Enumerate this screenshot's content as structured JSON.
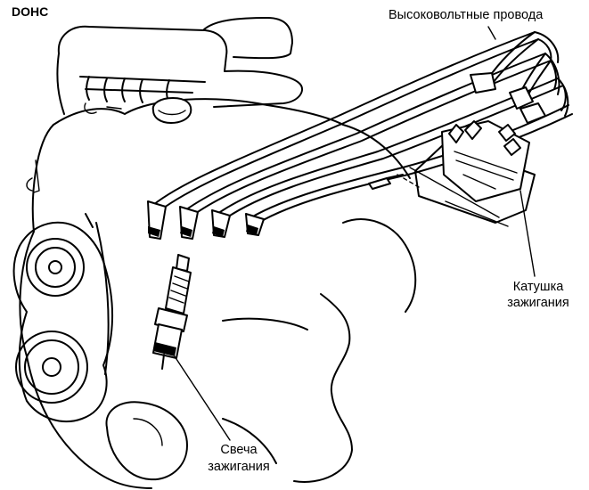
{
  "diagram": {
    "title": "DOHC",
    "labels": {
      "wires": "Высоковольтные провода",
      "coil_line1": "Катушка",
      "coil_line2": "зажигания",
      "plug_line1": "Свеча",
      "plug_line2": "зажигания"
    }
  }
}
